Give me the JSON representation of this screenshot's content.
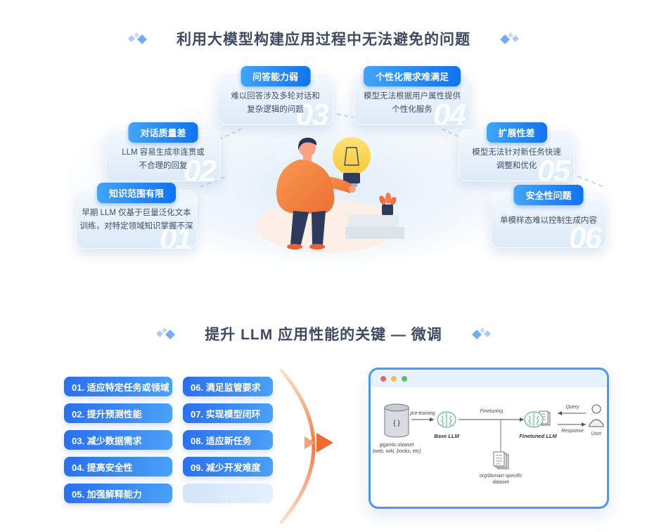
{
  "colors": {
    "primary_blue": "#1E7BF2",
    "card_light_blue": "#DCEAF9",
    "accent_orange": "#EF7A43",
    "title_text": "#3D4A60",
    "window_border_blue": "#4C97F4"
  },
  "section1": {
    "title": "利用大模型构建应用过程中无法避免的问题",
    "cards": [
      {
        "num": "01",
        "title": "知识范围有限",
        "line1": "早期 LLM 仅基于巨量泛化文本",
        "line2": "训练，对特定领域知识掌握不深"
      },
      {
        "num": "02",
        "title": "对话质量差",
        "line1": "LLM 容易生成非连贯或",
        "line2": "不合理的回复"
      },
      {
        "num": "03",
        "title": "问答能力弱",
        "line1": "难以回答涉及多轮对话和",
        "line2": "复杂逻辑的问题"
      },
      {
        "num": "04",
        "title": "个性化需求难满足",
        "line1": "模型无法根据用户属性提供",
        "line2": "个性化服务"
      },
      {
        "num": "05",
        "title": "扩展性差",
        "line1": "模型无法针对新任务快速",
        "line2": "调整和优化"
      },
      {
        "num": "06",
        "title": "安全性问题",
        "line1": "单模样态难以控制生成内容",
        "line2": ""
      }
    ]
  },
  "section2": {
    "title": "提升 LLM 应用性能的关键 — 微调",
    "benefits": [
      "01. 适应特定任务或领域",
      "02. 提升预测性能",
      "03. 减少数据需求",
      "04. 提高安全性",
      "05. 加强解释能力",
      "06. 满足监管要求",
      "07. 实现模型闭环",
      "08. 适应新任务",
      "09. 减少开发难度",
      "..."
    ],
    "window": {
      "diagram": {
        "dataset_symbol": "{ }",
        "dataset_caption1": "gigantic dataset",
        "dataset_caption2": "(web, wiki, books, etc)",
        "pretraining": "pre-training",
        "base_llm": "Base LLM",
        "finetuning": "Finetuning",
        "finetuned_llm": "Finetuned LLM",
        "query": "Query",
        "response": "Response",
        "user": "User",
        "domain_caption1": "org/domain specific",
        "domain_caption2": "dataset"
      }
    }
  }
}
